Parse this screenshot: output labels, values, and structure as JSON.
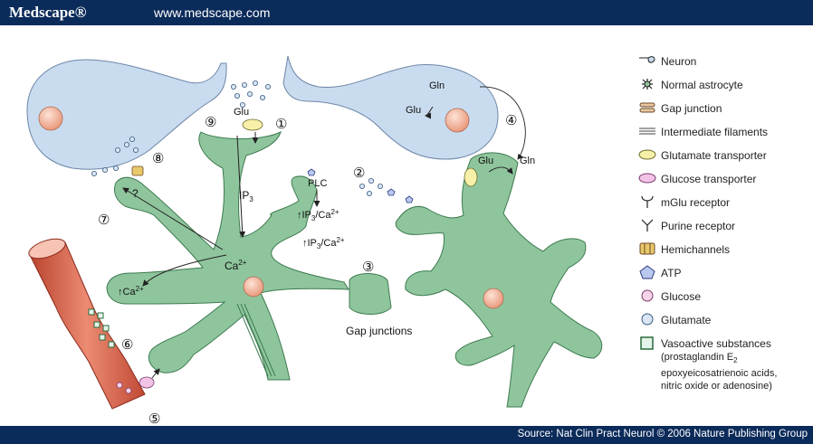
{
  "header": {
    "brand": "Medscape®",
    "url": "www.medscape.com"
  },
  "footer": {
    "source": "Source: Nat Clin Pract Neurol © 2006 Nature Publishing Group"
  },
  "colors": {
    "header_bg": "#0b2b5a",
    "neuron": "#c9dcef",
    "astrocyte": "#8fc59d",
    "vessel": "#d9674f",
    "nucleus": "#f3b7a0"
  },
  "diagram": {
    "glu_synapse": "Glu",
    "glu_neuron": "Glu",
    "gln_neuron": "Gln",
    "glu_astro": "Glu",
    "gln_astro": "Gln",
    "ip3": "IP",
    "ip3_sub": "3",
    "plc": "PLC",
    "ip3_ca_1": "↑IP",
    "ip3_ca_1_sub": "3",
    "ip3_ca_1_rest": "/Ca",
    "ip3_ca_1_sup": "2+",
    "ip3_ca_2": "↑IP",
    "ip3_ca_2_sub": "3",
    "ip3_ca_2_rest": "/Ca",
    "ip3_ca_2_sup": "2+",
    "ca_center": "Ca",
    "ca_center_sup": "2+",
    "ca_left": "↑Ca",
    "ca_left_sup": "2+",
    "question": "?",
    "gap_junctions": "Gap junctions",
    "numbers": [
      "①",
      "②",
      "③",
      "④",
      "⑤",
      "⑥",
      "⑦",
      "⑧",
      "⑨"
    ]
  },
  "legend": {
    "items": [
      {
        "icon": "neuron-icon",
        "label": "Neuron"
      },
      {
        "icon": "astrocyte-icon",
        "label": "Normal astrocyte"
      },
      {
        "icon": "gap-junction-icon",
        "label": "Gap junction"
      },
      {
        "icon": "filaments-icon",
        "label": "Intermediate filaments"
      },
      {
        "icon": "glutamate-transporter-icon",
        "label": "Glutamate transporter"
      },
      {
        "icon": "glucose-transporter-icon",
        "label": "Glucose transporter"
      },
      {
        "icon": "mglu-receptor-icon",
        "label": "mGlu receptor"
      },
      {
        "icon": "purine-receptor-icon",
        "label": "Purine receptor"
      },
      {
        "icon": "hemichannels-icon",
        "label": "Hemichannels"
      },
      {
        "icon": "atp-icon",
        "label": "ATP"
      },
      {
        "icon": "glucose-icon",
        "label": "Glucose"
      },
      {
        "icon": "glutamate-icon",
        "label": "Glutamate"
      },
      {
        "icon": "vasoactive-icon",
        "label": "Vasoactive substances"
      }
    ],
    "vasoactive_note_1": "(prostaglandin E",
    "vasoactive_note_1_sub": "2",
    "vasoactive_note_2": "epoxyeicosatrienoic acids,",
    "vasoactive_note_3": "nitric oxide or adenosine)"
  }
}
